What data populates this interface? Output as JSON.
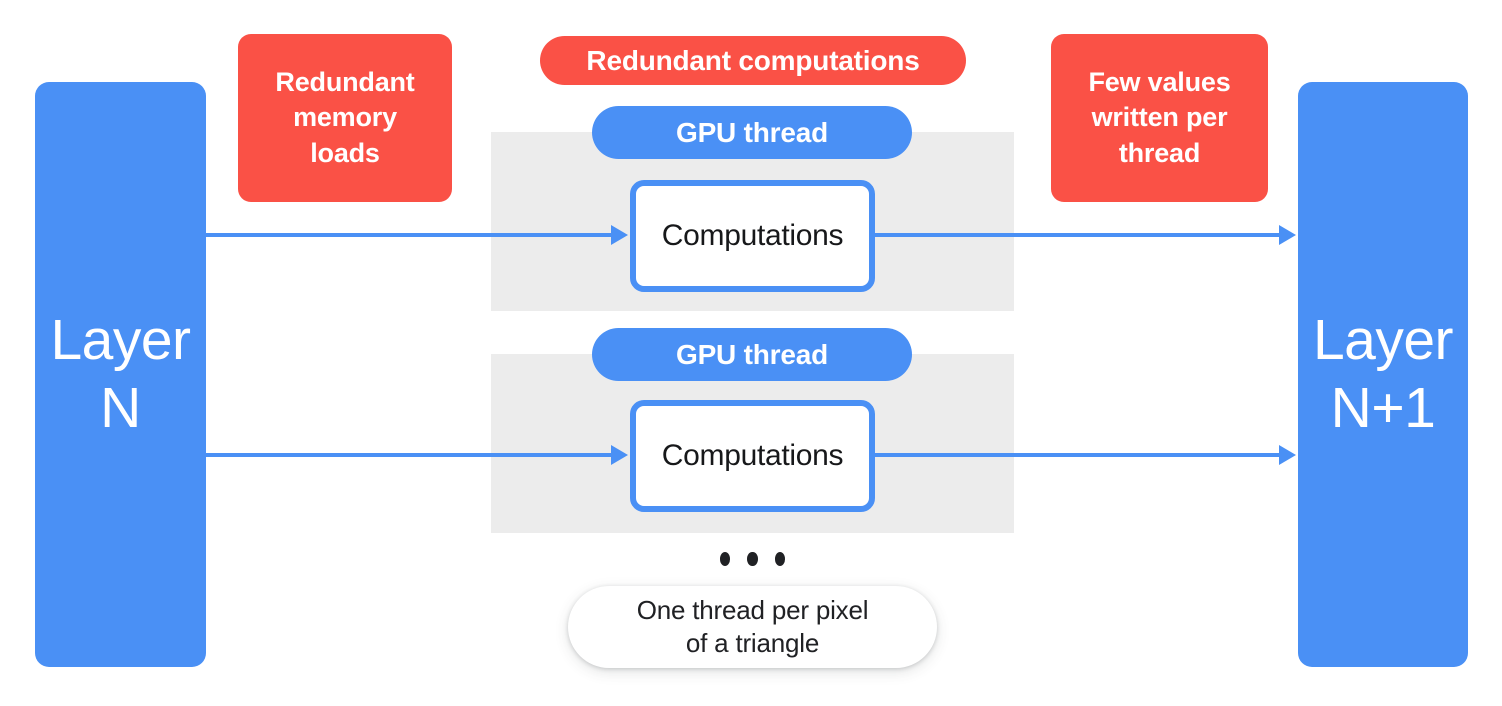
{
  "diagram": {
    "title": "GPU per-pixel thread redundancy diagram",
    "colors": {
      "blue": "#4a90f5",
      "red": "#fa5146",
      "gray_band": "#ececec",
      "text_dark": "#202124",
      "white": "#ffffff"
    }
  },
  "layers": {
    "input": {
      "label": "Layer\nN",
      "line1": "Layer",
      "line2": "N"
    },
    "output": {
      "label": "Layer\nN+1",
      "line1": "Layer",
      "line2": "N+1"
    }
  },
  "annotations": {
    "memory_loads": "Redundant\nmemory\nloads",
    "memory_loads_lines": [
      "Redundant",
      "memory",
      "loads"
    ],
    "redundant_computations": "Redundant computations",
    "few_values": "Few values\nwritten per\nthread",
    "few_values_lines": [
      "Few values",
      "written per",
      "thread"
    ]
  },
  "threads": [
    {
      "pill_label": "GPU thread",
      "box_label": "Computations"
    },
    {
      "pill_label": "GPU thread",
      "box_label": "Computations"
    }
  ],
  "ellipsis": {
    "dot_count": 3
  },
  "caption": {
    "text": "One thread per pixel\nof a triangle",
    "line1": "One thread per pixel",
    "line2": "of a triangle"
  }
}
